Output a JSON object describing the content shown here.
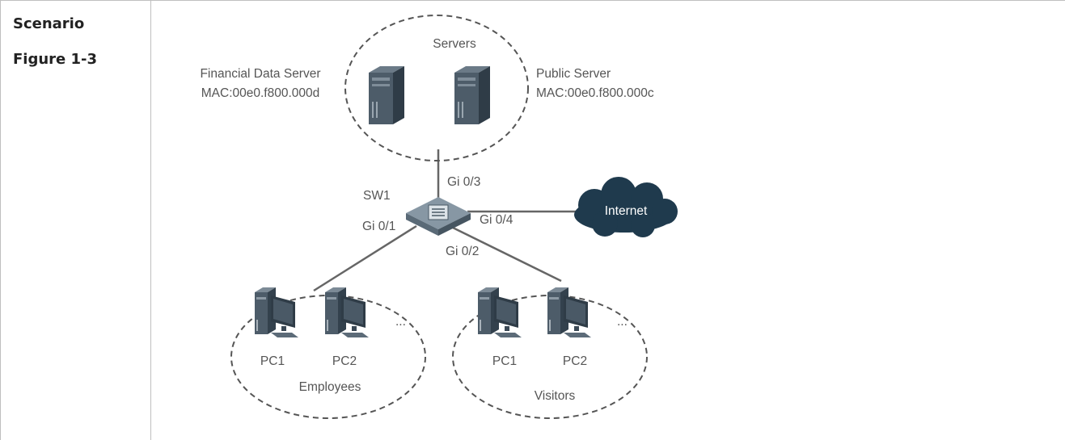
{
  "labels": {
    "scenario": "Scenario",
    "figure": "Figure 1-3"
  },
  "diagram": {
    "servers_group": "Servers",
    "financial_server_name": "Financial Data Server",
    "financial_server_mac": "MAC:00e0.f800.000d",
    "public_server_name": "Public Server",
    "public_server_mac": "MAC:00e0.f800.000c",
    "switch_name": "SW1",
    "port_servers": "Gi 0/3",
    "port_internet": "Gi 0/4",
    "port_employees": "Gi 0/1",
    "port_visitors": "Gi 0/2",
    "internet": "Internet",
    "employees_group": "Employees",
    "visitors_group": "Visitors",
    "pc1": "PC1",
    "pc2": "PC2",
    "ellipsis": "..."
  },
  "colors": {
    "server_dark": "#3a4753",
    "server_light": "#53626f",
    "cloud": "#1f3a4d",
    "switch": "#6d7f8e",
    "link": "#666666",
    "dashed": "#555555"
  }
}
